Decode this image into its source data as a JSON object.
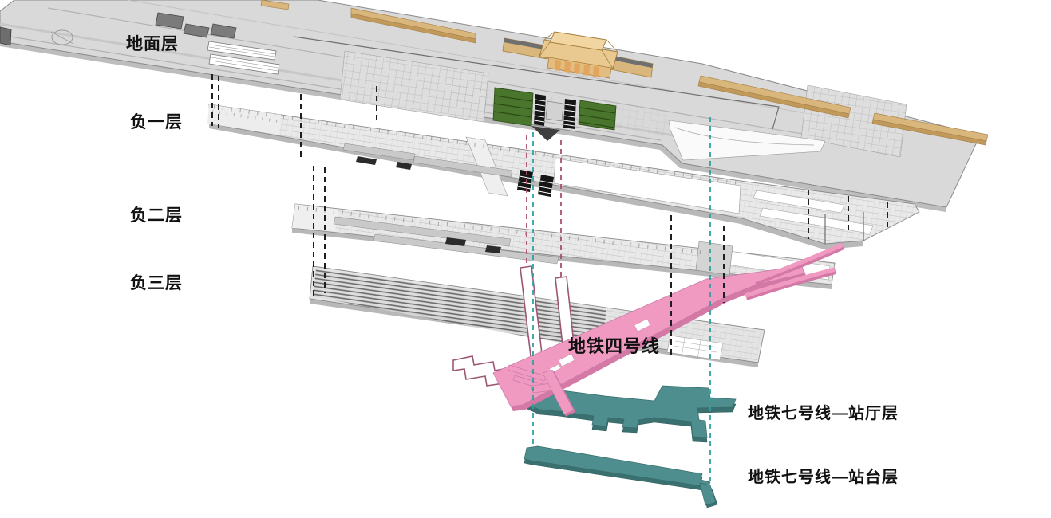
{
  "diagram": {
    "type": "exploded-axonometric",
    "subject": "railway-station-levels-and-metro-lines",
    "labels": {
      "ground": "地面层",
      "basement1": "负一层",
      "basement2": "负二层",
      "basement3": "负三层",
      "metro_line4": "地铁四号线",
      "metro_line7_concourse": "地铁七号线—站厅层",
      "metro_line7_platform": "地铁七号线—站台层"
    }
  },
  "colors": {
    "background": "#ffffff",
    "slab_gray": "#d9d9d9",
    "slab_edge": "#8a8a8a",
    "tan": "#d9b67c",
    "tan_dark": "#c0995b",
    "roof_tan": "#e9c98f",
    "green": "#49762c",
    "pink": "#f09ac2",
    "pink_dark": "#d478a5",
    "maroon_outline": "#9c5674",
    "teal": "#4f8e8e",
    "teal_dark": "#3a7170",
    "dash_black": "#1f1f1f",
    "dash_teal": "#2fa0a0",
    "dash_maroon": "#a84f72"
  }
}
